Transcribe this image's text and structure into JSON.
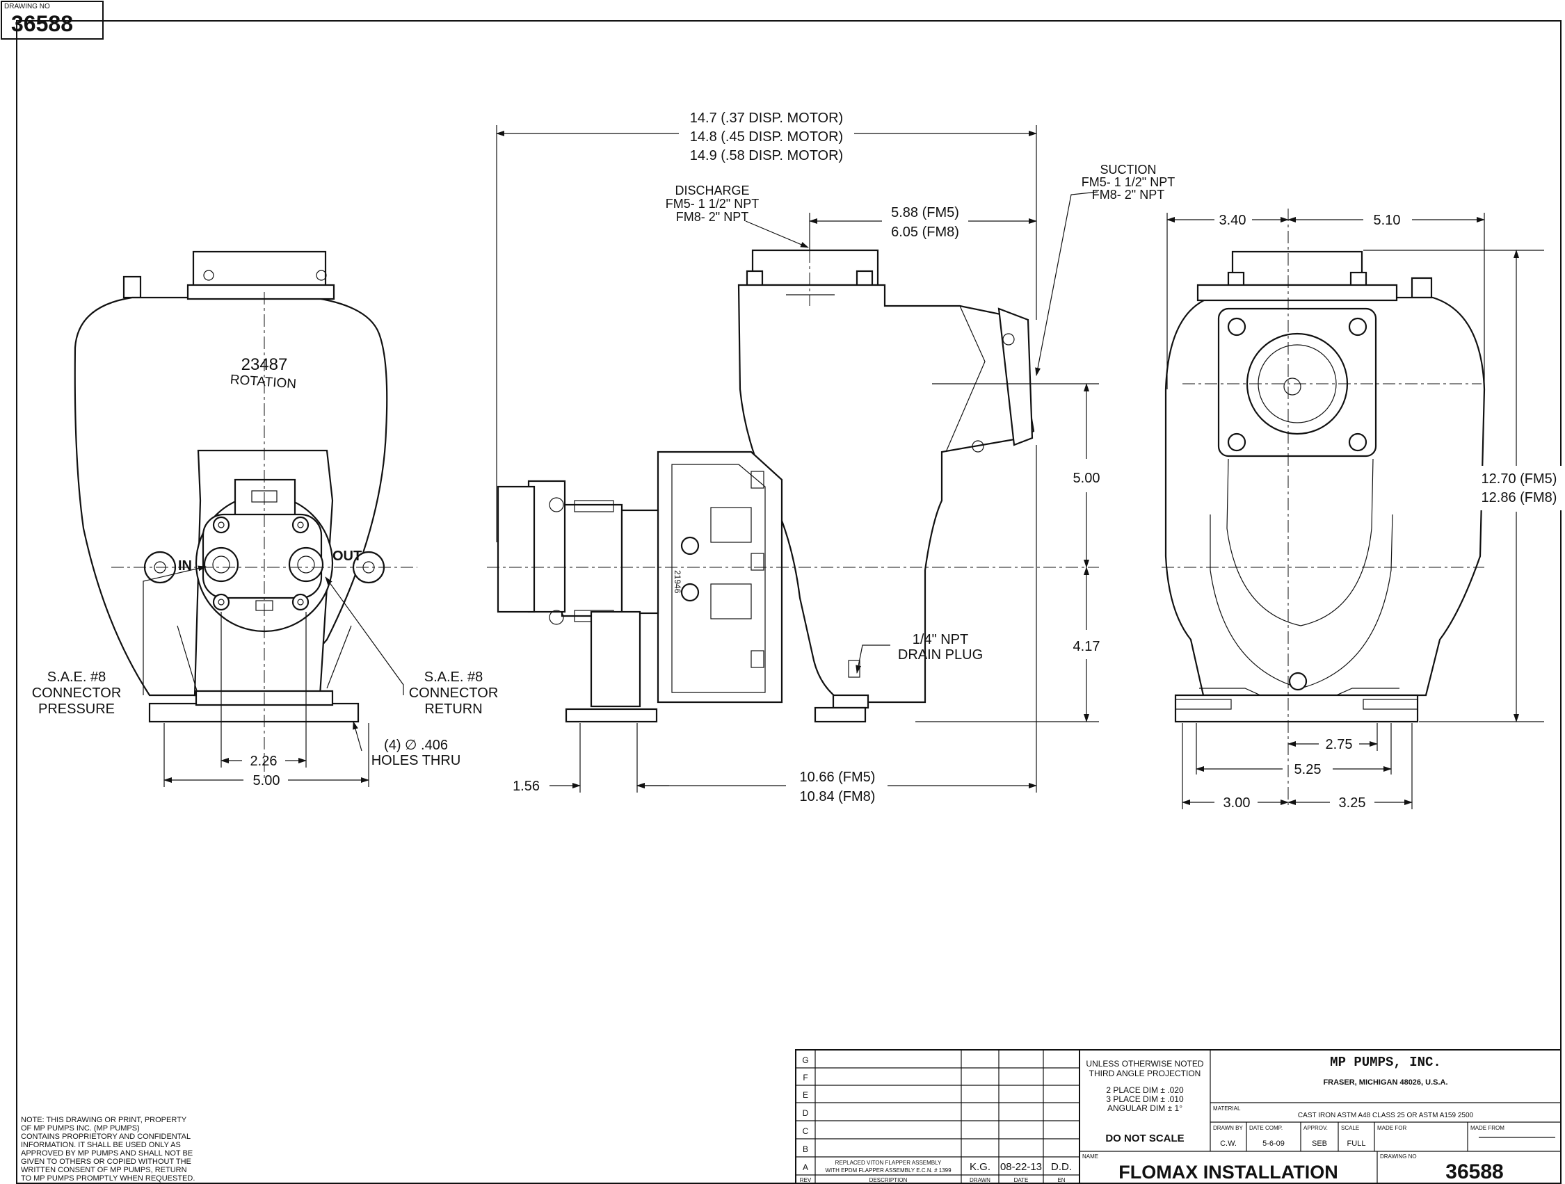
{
  "corner_box": {
    "label": "DRAWING NO",
    "number": "36588"
  },
  "front_view": {
    "casting_number": "23487",
    "casting_text": "ROTATION",
    "port_in": "IN",
    "port_out": "OUT",
    "left_callout": [
      "S.A.E. #8",
      "CONNECTOR",
      "PRESSURE"
    ],
    "right_callout": [
      "S.A.E. #8",
      "CONNECTOR",
      "RETURN"
    ],
    "holes_callout": [
      "(4) ∅ .406",
      "HOLES THRU"
    ],
    "dim_inner": "2.26",
    "dim_outer": "5.00"
  },
  "side_view": {
    "overall_lengths": [
      "14.7 (.37 DISP. MOTOR)",
      "14.8 (.45 DISP. MOTOR)",
      "14.9 (.58 DISP. MOTOR)"
    ],
    "discharge": [
      "DISCHARGE",
      "FM5- 1 1/2\" NPT",
      "FM8- 2\" NPT"
    ],
    "suction": [
      "SUCTION",
      "FM5- 1 1/2\" NPT",
      "FM8- 2\" NPT"
    ],
    "dim_discharge": [
      "5.88 (FM5)",
      "6.05 (FM8)"
    ],
    "dim_upper_height": "5.00",
    "dim_lower_height": "4.17",
    "drain_plug": [
      "1/4\" NPT",
      "DRAIN PLUG"
    ],
    "motor_label": "21946",
    "dim_flange": "1.56",
    "dim_base_length": [
      "10.66 (FM5)",
      "10.84 (FM8)"
    ]
  },
  "end_view": {
    "dim_left_width": "3.40",
    "dim_right_width": "5.10",
    "dim_height": [
      "12.70 (FM5)",
      "12.86 (FM8)"
    ],
    "dim_inner_width": "2.75",
    "dim_mid_width": "5.25",
    "dim_left_base": "3.00",
    "dim_right_base": "3.25"
  },
  "note": [
    "NOTE: THIS DRAWING OR PRINT, PROPERTY",
    "OF MP PUMPS INC. (MP PUMPS)",
    "CONTAINS PROPRIETORY AND CONFIDENTAL",
    "INFORMATION. IT SHALL BE USED ONLY AS",
    "APPROVED BY MP PUMPS AND SHALL NOT BE",
    "GIVEN TO OTHERS OR COPIED WITHOUT THE",
    "WRITTEN CONSENT OF MP PUMPS, RETURN",
    "TO MP PUMPS PROMPTLY WHEN REQUESTED."
  ],
  "revision_block": {
    "rows": [
      "G",
      "F",
      "E",
      "D",
      "C",
      "B",
      "A"
    ],
    "rev_a_description": [
      "REPLACED VITON FLAPPER ASSEMBLY",
      "WITH EPDM FLAPPER ASSEMBLY E.C.N. # 1399"
    ],
    "rev_a_drawn": "K.G.",
    "rev_a_date": "08-22-13",
    "rev_a_en": "D.D.",
    "headers": {
      "rev": "REV",
      "description": "DESCRIPTION",
      "drawn": "DRAWN",
      "date": "DATE",
      "en": "EN"
    }
  },
  "title_block": {
    "tolerance_notes": [
      "UNLESS OTHERWISE NOTED",
      "THIRD ANGLE PROJECTION"
    ],
    "tolerances": [
      "2 PLACE DIM ± .020",
      "3 PLACE DIM ± .010",
      "ANGULAR DIM ± 1°"
    ],
    "do_not_scale": "DO NOT SCALE",
    "company": "MP PUMPS, INC.",
    "address": "FRASER, MICHIGAN  48026, U.S.A.",
    "material_label": "MATERIAL",
    "material": "CAST IRON ASTM A48 CLASS 25 OR ASTM A159 2500",
    "drawn_by_label": "DRAWN BY",
    "drawn_by": "C.W.",
    "date_comp_label": "DATE COMP.",
    "date_comp": "5-6-09",
    "approv_label": "APPROV.",
    "approv": "SEB",
    "scale_label": "SCALE",
    "scale": "FULL",
    "made_for_label": "MADE FOR",
    "made_from_label": "MADE FROM",
    "name_label": "NAME",
    "name": "FLOMAX INSTALLATION",
    "drawing_no_label": "DRAWING NO",
    "drawing_no": "36588"
  }
}
